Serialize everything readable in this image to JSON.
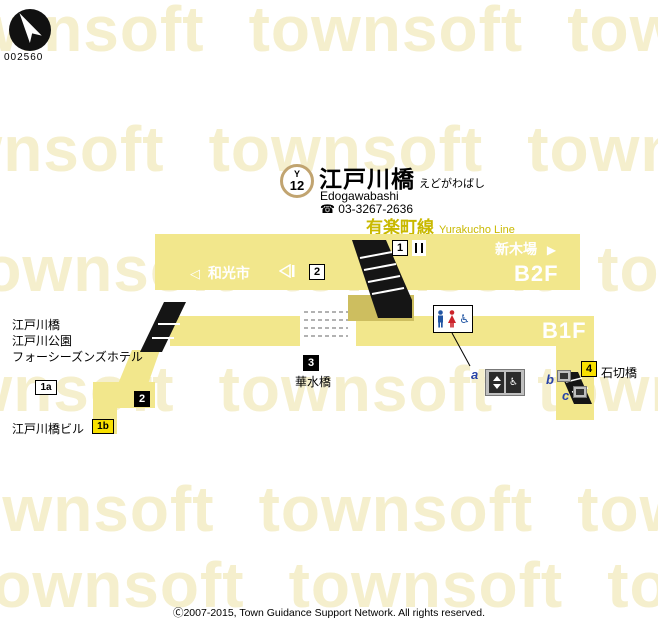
{
  "meta": {
    "code": "002560",
    "watermark": "townsoft",
    "copyright": "Ⓒ2007-2015, Town Guidance Support Network. All rights reserved."
  },
  "station": {
    "symbol_letter": "Y",
    "symbol_number": "12",
    "name_ja": "江戸川橋",
    "name_kana": "えどがわばし",
    "name_en": "Edogawabashi",
    "phone_icon": "☎",
    "phone": "03-3267-2636",
    "line_ja": "有楽町線",
    "line_en": "Yurakucho Line"
  },
  "b2f": {
    "label": "B2F",
    "platform1": {
      "number": "1",
      "destination": "新木場",
      "arrow": "▶"
    },
    "platform2": {
      "number": "2",
      "destination": "和光市",
      "arrow": "◁"
    }
  },
  "b1f": {
    "label": "B1F"
  },
  "exits": {
    "x1a": {
      "id": "1a"
    },
    "x1b": {
      "id": "1b",
      "building": "江戸川橋ビル"
    },
    "x2": {
      "id": "2"
    },
    "x3": {
      "id": "3",
      "name": "華水橋"
    },
    "x4": {
      "id": "4",
      "name": "石切橋"
    }
  },
  "landmarks": [
    "江戸川橋",
    "江戸川公園",
    "フォーシーズンズホテル"
  ],
  "facilities": {
    "elevator_a": "a",
    "elevator_b": "b",
    "elevator_c": "c",
    "wheelchair_icon": "♿"
  },
  "colors": {
    "map_yellow": "#F2E78C",
    "line_gold": "#C1A470",
    "line_text_gold": "#C9B900",
    "badge_yellow": "#F8E000",
    "khaki": "#CDBE5F"
  }
}
